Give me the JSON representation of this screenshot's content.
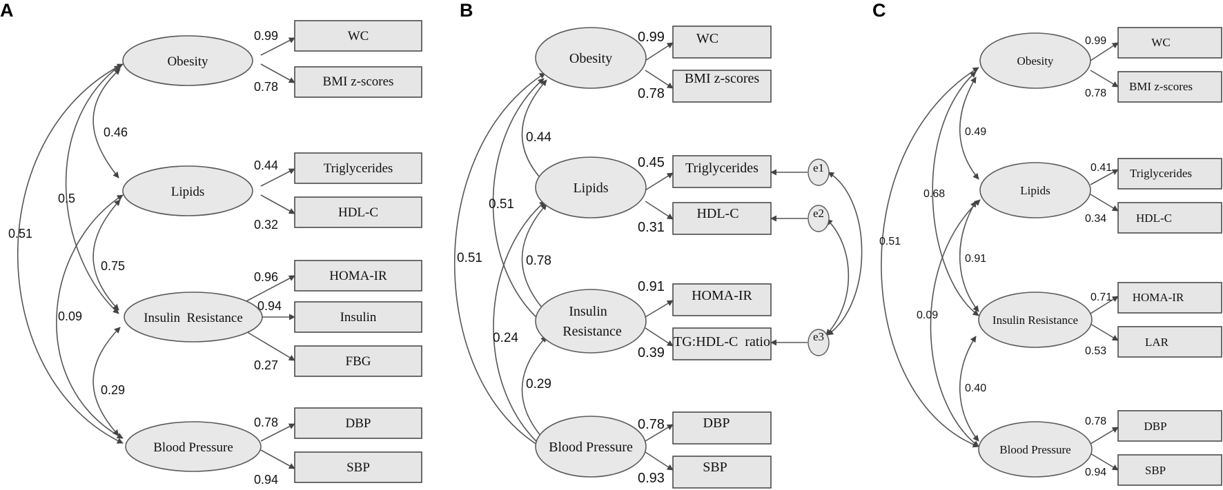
{
  "panels": [
    {
      "label": "A",
      "latent": [
        "Obesity",
        "Lipids",
        "Insulin  Resistance",
        "Blood Pressure"
      ],
      "indicators": {
        "obesity": [
          {
            "name": "WC",
            "loading": "0.99"
          },
          {
            "name": "BMI z-scores",
            "loading": "0.78"
          }
        ],
        "lipids": [
          {
            "name": "Triglycerides",
            "loading": "0.44"
          },
          {
            "name": "HDL-C",
            "loading": "0.32"
          }
        ],
        "insulin": [
          {
            "name": "HOMA-IR",
            "loading": "0.96"
          },
          {
            "name": "Insulin",
            "loading": "0.94"
          },
          {
            "name": "FBG",
            "loading": "0.27"
          }
        ],
        "bp": [
          {
            "name": "DBP",
            "loading": "0.78"
          },
          {
            "name": "SBP",
            "loading": "0.94"
          }
        ]
      },
      "correlations": {
        "obesity_lipids": "0.46",
        "obesity_insulin": "0.5",
        "obesity_bp": "0.51",
        "lipids_insulin": "0.75",
        "lipids_bp": "0.09",
        "insulin_bp": "0.29"
      }
    },
    {
      "label": "B",
      "latent": [
        "Obesity",
        "Lipids",
        "Insulin",
        "Resistance",
        "Blood Pressure"
      ],
      "indicators": {
        "obesity": [
          {
            "name": "WC",
            "loading": "0.99"
          },
          {
            "name": "BMI z-scores",
            "loading": "0.78"
          }
        ],
        "lipids": [
          {
            "name": "Triglycerides",
            "loading": "0.45"
          },
          {
            "name": "HDL-C",
            "loading": "0.31"
          }
        ],
        "insulin": [
          {
            "name": "HOMA-IR",
            "loading": "0.91"
          },
          {
            "name": "TG:HDL-C  ratio",
            "loading": "0.39"
          }
        ],
        "bp": [
          {
            "name": "DBP",
            "loading": "0.78"
          },
          {
            "name": "SBP",
            "loading": "0.93"
          }
        ]
      },
      "residuals": [
        "e1",
        "e2",
        "e3"
      ],
      "correlations": {
        "obesity_lipids": "0.44",
        "obesity_insulin": "0.51",
        "obesity_bp": "0.51",
        "lipids_insulin": "0.78",
        "lipids_bp": "0.24",
        "insulin_bp": "0.29"
      }
    },
    {
      "label": "C",
      "latent": [
        "Obesity",
        "Lipids",
        "Insulin Resistance",
        "Blood Pressure"
      ],
      "indicators": {
        "obesity": [
          {
            "name": "WC",
            "loading": "0.99"
          },
          {
            "name": "BMI z-scores",
            "loading": "0.78"
          }
        ],
        "lipids": [
          {
            "name": "Triglycerides",
            "loading": "0.41"
          },
          {
            "name": "HDL-C",
            "loading": "0.34"
          }
        ],
        "insulin": [
          {
            "name": "HOMA-IR",
            "loading": "0.71"
          },
          {
            "name": "LAR",
            "loading": "0.53"
          }
        ],
        "bp": [
          {
            "name": "DBP",
            "loading": "0.78"
          },
          {
            "name": "SBP",
            "loading": "0.94"
          }
        ]
      },
      "correlations": {
        "obesity_lipids": "0.49",
        "obesity_insulin": "0.68",
        "obesity_bp": "0.51",
        "lipids_insulin": "0.91",
        "lipids_bp": "0.09",
        "insulin_bp": "0.40"
      }
    }
  ]
}
